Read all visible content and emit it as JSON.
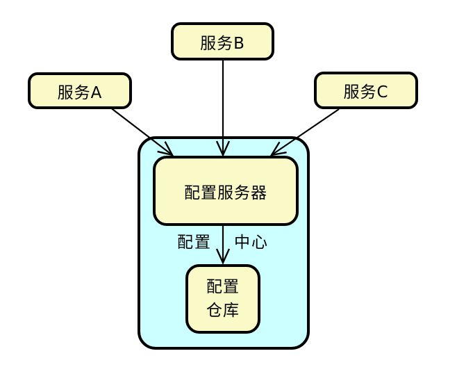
{
  "diagram": {
    "type": "flow-diagram",
    "nodes": {
      "service_a": {
        "label": "服务A"
      },
      "service_b": {
        "label": "服务B"
      },
      "service_c": {
        "label": "服务C"
      },
      "config_server": {
        "label": "配置服务器"
      },
      "config_repo": {
        "line1": "配置",
        "line2": "仓库"
      }
    },
    "container": {
      "name": "config-center"
    },
    "edge_labels": {
      "left": "配置",
      "right": "中心"
    },
    "edges": [
      {
        "from": "service_a",
        "to": "config_server"
      },
      {
        "from": "service_b",
        "to": "config_server"
      },
      {
        "from": "service_c",
        "to": "config_server"
      },
      {
        "from": "config_server",
        "to": "config_repo",
        "label": "配置 中心"
      }
    ],
    "colors": {
      "background": "#ffffff",
      "node_fill": "#fafac8",
      "container_fill": "#ccffff",
      "stroke": "#000000",
      "text": "#000000"
    }
  }
}
